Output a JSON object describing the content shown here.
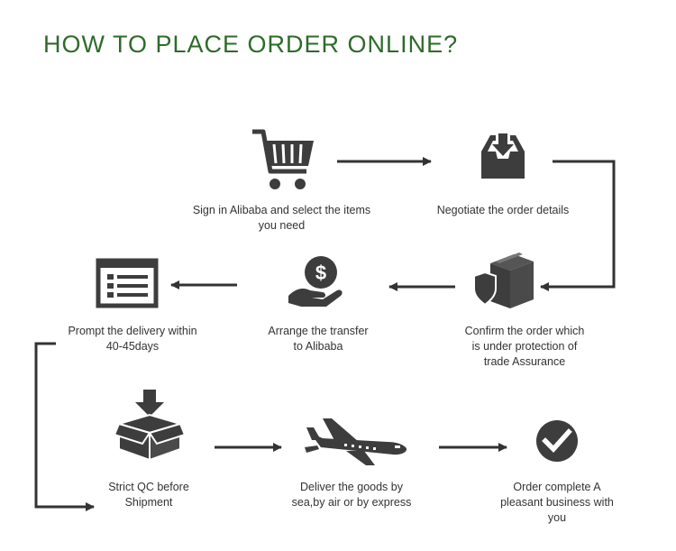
{
  "title": "HOW TO PLACE ORDER ONLINE?",
  "colors": {
    "title": "#2e6b2a",
    "icon": "#3d3d3d",
    "arrow": "#333333",
    "text": "#333333"
  },
  "steps": [
    {
      "icon": "shopping-cart-icon",
      "label": "Sign in Alibaba and select the items\nyou need"
    },
    {
      "icon": "download-tray-icon",
      "label": "Negotiate the order details"
    },
    {
      "icon": "shield-box-icon",
      "label": "Confirm the order which\nis under protection of\ntrade Assurance"
    },
    {
      "icon": "dollar-hand-icon",
      "label": "Arrange the transfer\nto Alibaba"
    },
    {
      "icon": "checklist-icon",
      "label": "Prompt the delivery within\n40-45days"
    },
    {
      "icon": "box-inspect-icon",
      "label": "Strict QC before\nShipment"
    },
    {
      "icon": "airplane-icon",
      "label": "Deliver the goods by\nsea,by air or by express"
    },
    {
      "icon": "check-circle-icon",
      "label": "Order complete A\npleasant business with\nyou"
    }
  ]
}
